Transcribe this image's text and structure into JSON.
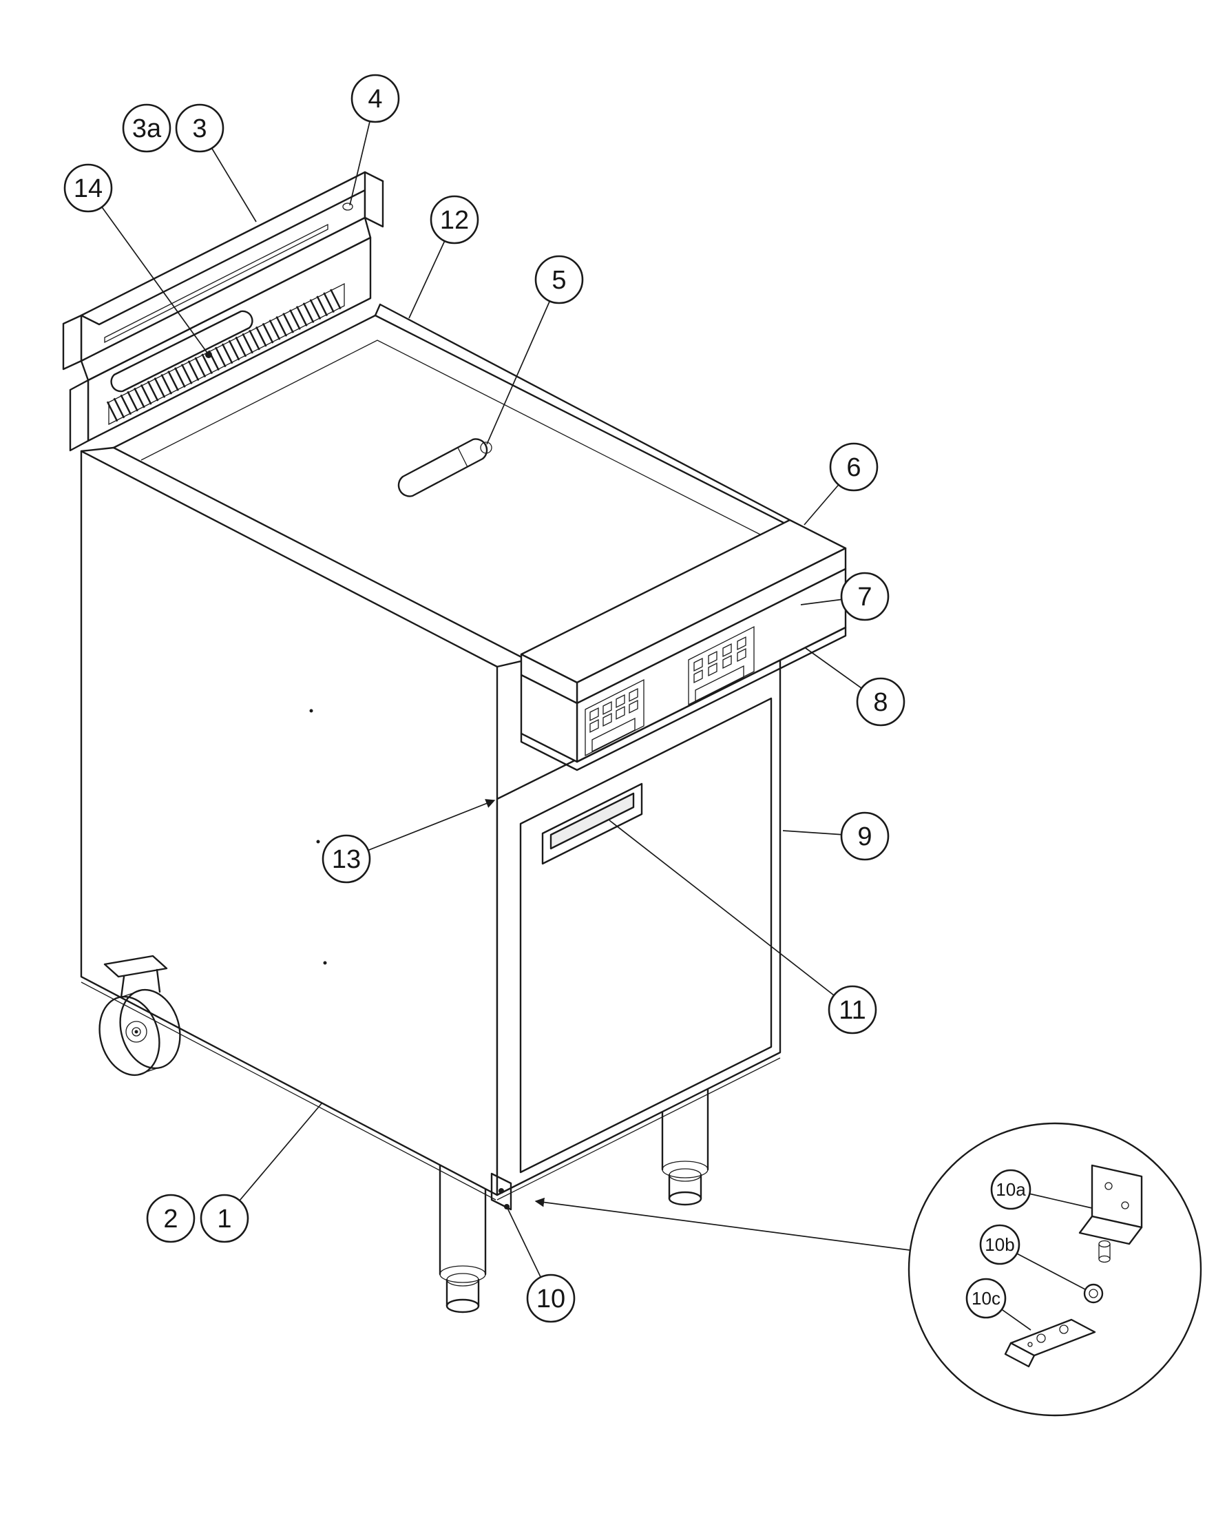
{
  "style": {
    "line_color": "#1a1a1a",
    "background_color": "#ffffff"
  },
  "callouts": {
    "c1": "1",
    "c2": "2",
    "c3": "3",
    "c3a": "3a",
    "c4": "4",
    "c5": "5",
    "c6": "6",
    "c7": "7",
    "c8": "8",
    "c9": "9",
    "c10": "10",
    "c11": "11",
    "c12": "12",
    "c13": "13",
    "c14": "14",
    "c10a": "10a",
    "c10b": "10b",
    "c10c": "10c"
  }
}
